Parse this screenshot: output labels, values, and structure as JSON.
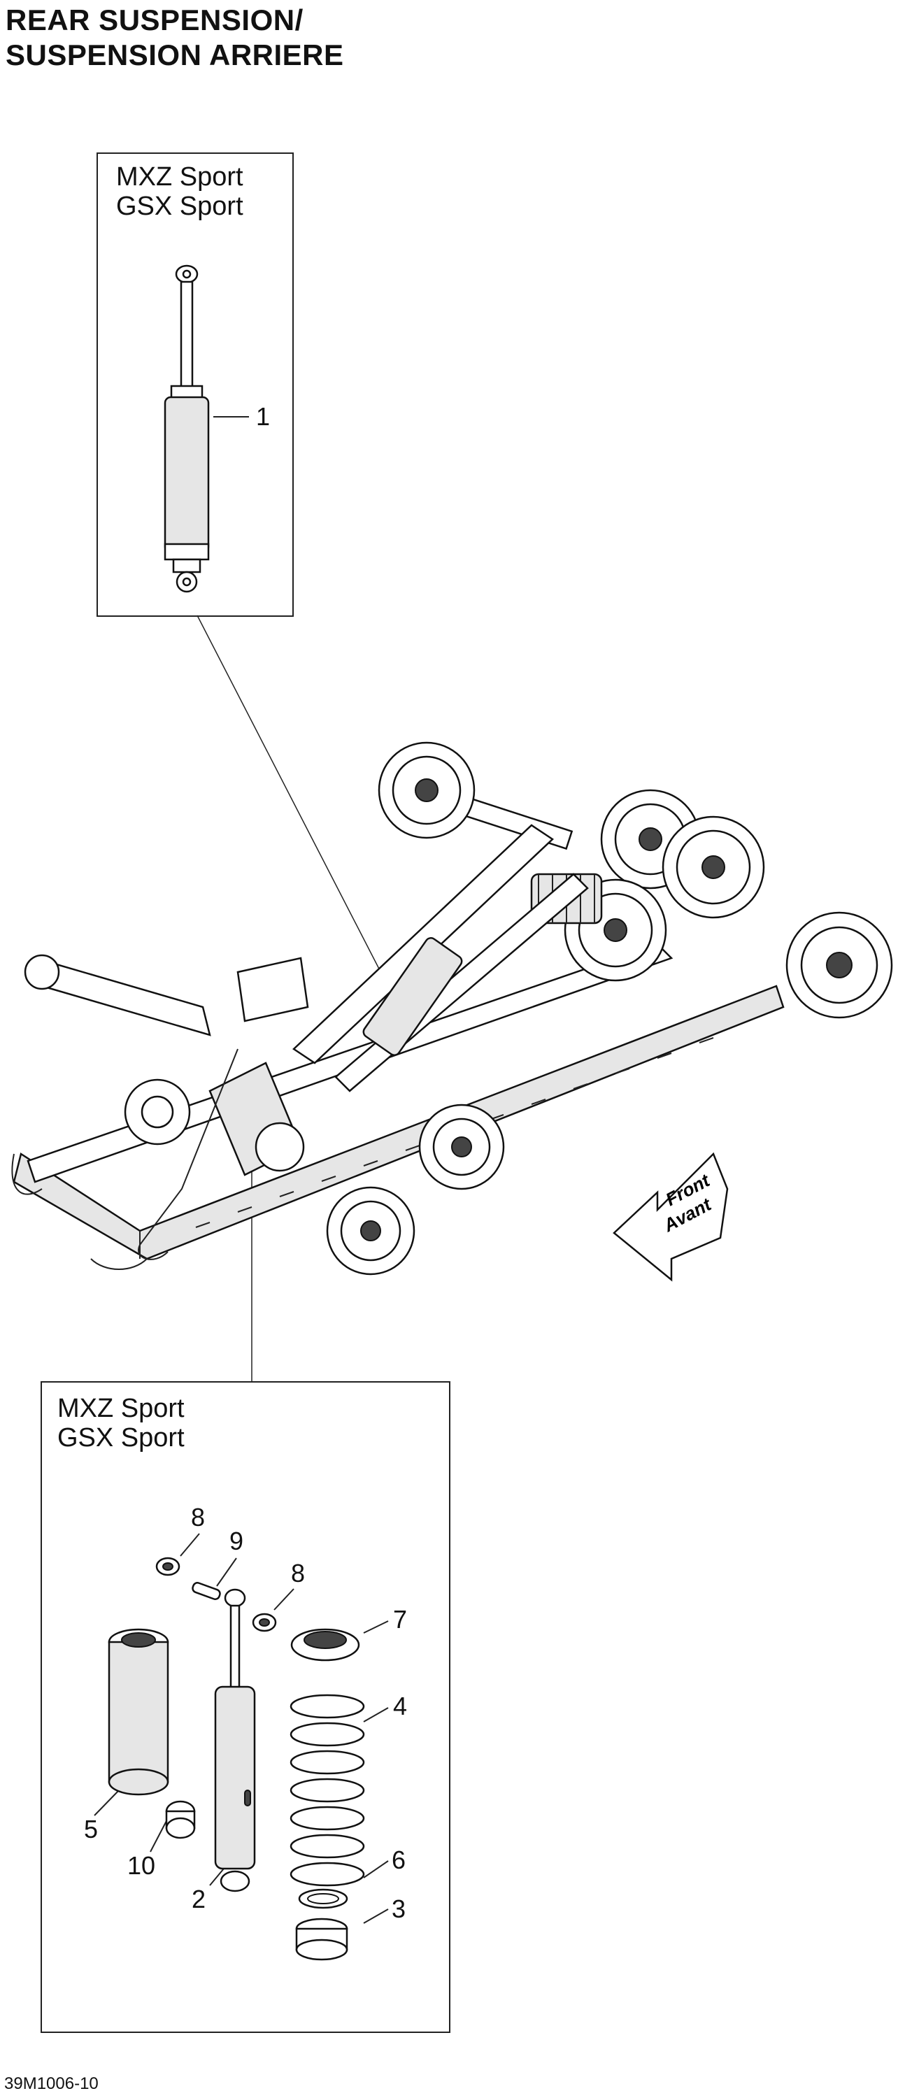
{
  "title": {
    "line1": "REAR SUSPENSION/",
    "line2": "SUSPENSION ARRIERE"
  },
  "top_box": {
    "models": [
      "MXZ  Sport",
      "GSX  Sport"
    ],
    "callouts": [
      "1"
    ]
  },
  "bottom_box": {
    "models": [
      "MXZ Sport",
      "GSX  Sport"
    ],
    "callouts": [
      "8",
      "9",
      "8",
      "7",
      "4",
      "5",
      "6",
      "10",
      "2",
      "3"
    ]
  },
  "direction_arrow": {
    "line1": "Front",
    "line2": "Avant"
  },
  "footer_code": "39M1006-10"
}
